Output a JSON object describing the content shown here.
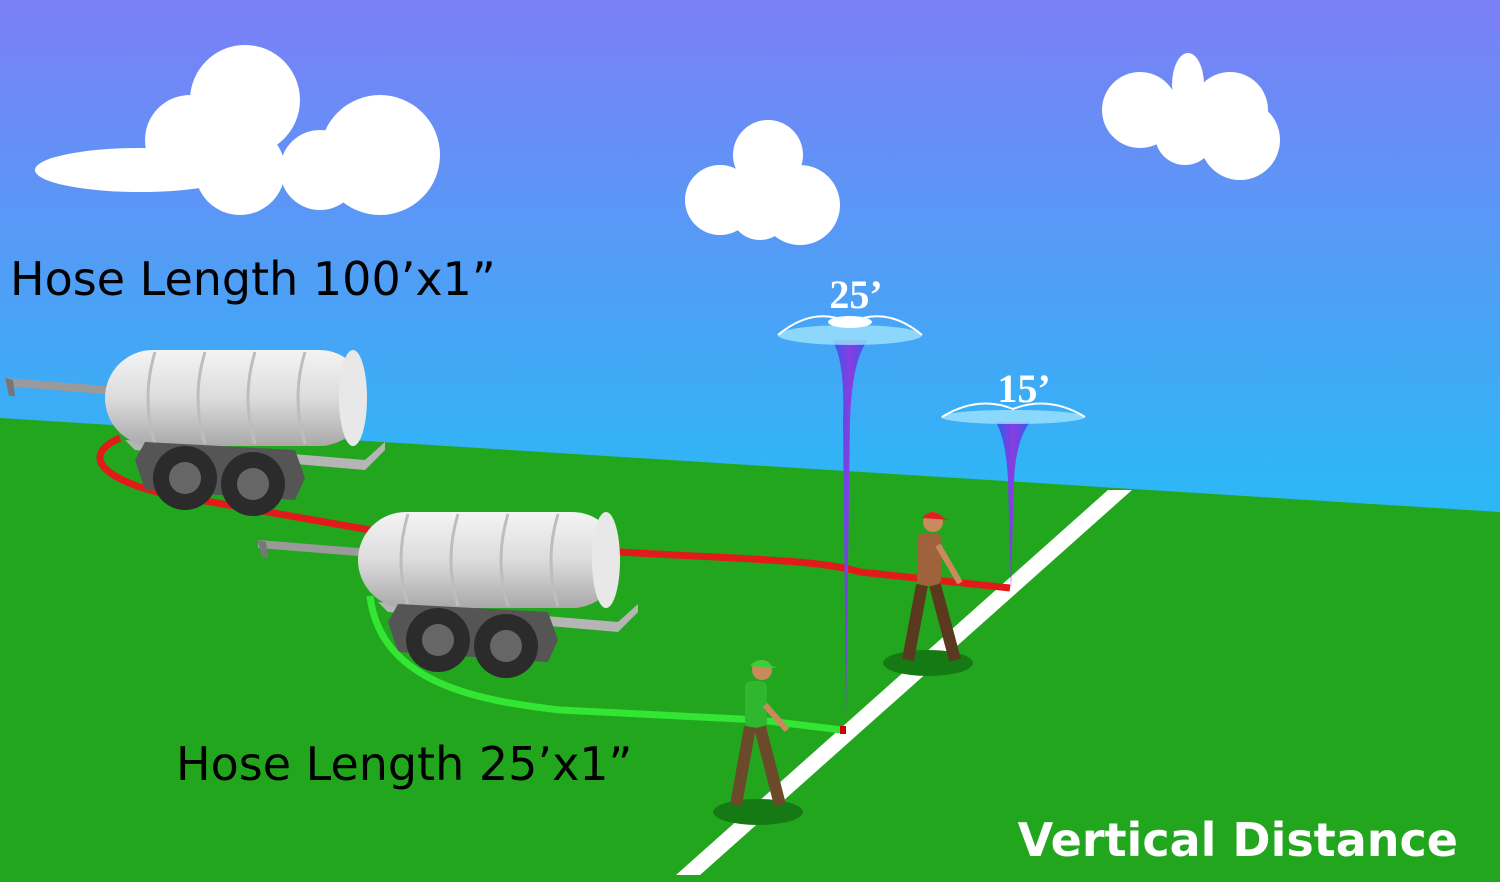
{
  "labels": {
    "long_hose": "Hose Length 100’x1”",
    "short_hose": "Hose Length 25’x1”",
    "height_high": "25’",
    "height_low": "15’",
    "axis": "Vertical Distance"
  },
  "colors": {
    "sky_top": "#7c7ff6",
    "sky_bottom": "#1ec9f4",
    "grass": "#22a61e",
    "long_hose": "#e11a1a",
    "short_hose": "#33e633",
    "water": "#5a3cd6"
  }
}
